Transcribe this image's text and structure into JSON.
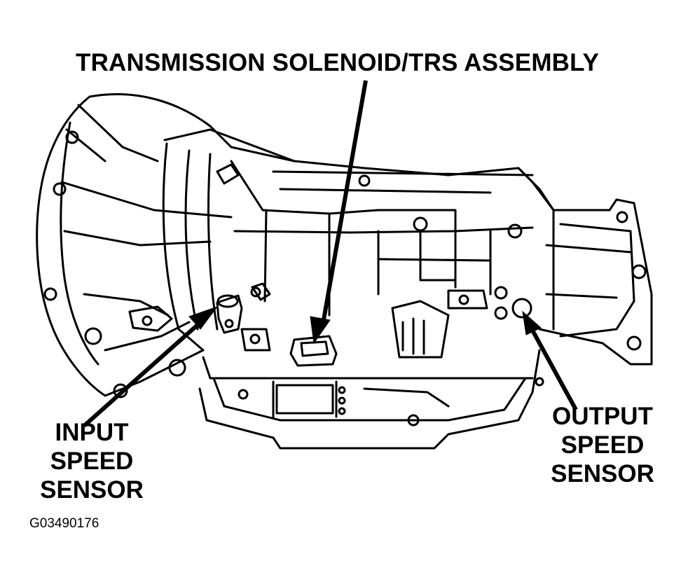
{
  "diagram": {
    "title": "TRANSMISSION SOLENOID/TRS ASSEMBLY",
    "input_sensor": {
      "line1": "INPUT",
      "line2": "SPEED",
      "line3": "SENSOR"
    },
    "output_sensor": {
      "line1": "OUTPUT",
      "line2": "SPEED",
      "line3": "SENSOR"
    },
    "figure_id": "G03490176"
  },
  "colors": {
    "ink": "#000000",
    "paper": "#ffffff"
  }
}
